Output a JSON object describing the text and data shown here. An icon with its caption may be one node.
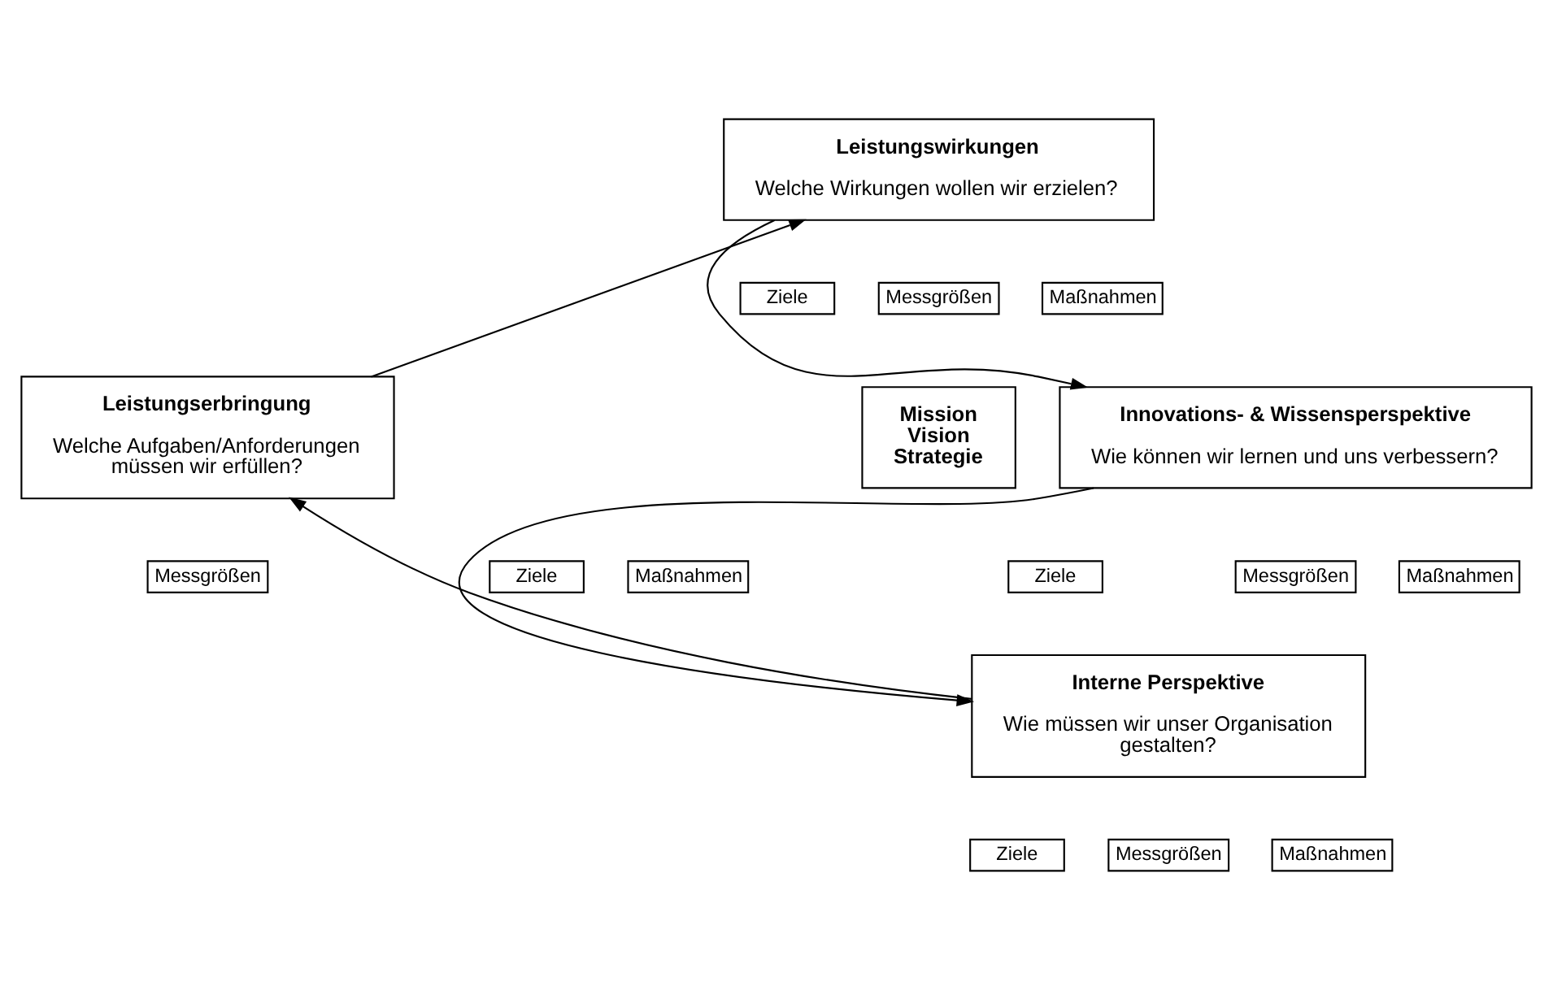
{
  "diagram": {
    "nodes": [
      {
        "text": [
          "Leistungswirkungen",
          "Welche Wirkungen wollen wir erzielen?"
        ]
      },
      {
        "text": [
          "Ziele"
        ]
      },
      {
        "text": [
          "Messgrößen"
        ]
      },
      {
        "text": [
          "Maßnahmen"
        ]
      },
      {
        "text": [
          "Leistungserbringung",
          "Welche Aufgaben/Anforderungen müssen wir erfüllen?"
        ]
      },
      {
        "text": [
          "Mission Vision Strategie"
        ]
      },
      {
        "text": [
          "Innovations- & Wissensperspektive",
          "Wie können wir lernen und uns verbessern?"
        ]
      },
      {
        "text": [
          "Ziele"
        ]
      },
      {
        "text": [
          "Messgrößen"
        ]
      },
      {
        "text": [
          "Maßnahmen"
        ]
      },
      {
        "text": [
          "Ziele"
        ]
      },
      {
        "text": [
          "Messgrößen"
        ]
      },
      {
        "text": [
          "Maßnahmen"
        ]
      },
      {
        "text": [
          "Interne Perspektive",
          "Wie müssen wir unser Organisation gestalten?"
        ]
      },
      {
        "text": [
          "Ziele"
        ]
      },
      {
        "text": [
          "Messgrößen"
        ]
      },
      {
        "text": [
          "Maßnahmen"
        ]
      }
    ],
    "edges": [
      {
        "from": 0,
        "to": 6,
        "arrow": "to"
      },
      {
        "from": 6,
        "to": 13,
        "arrow": "to"
      },
      {
        "from": 13,
        "to": 4,
        "arrow": "to"
      },
      {
        "from": 4,
        "to": 0,
        "arrow": "to"
      }
    ]
  }
}
